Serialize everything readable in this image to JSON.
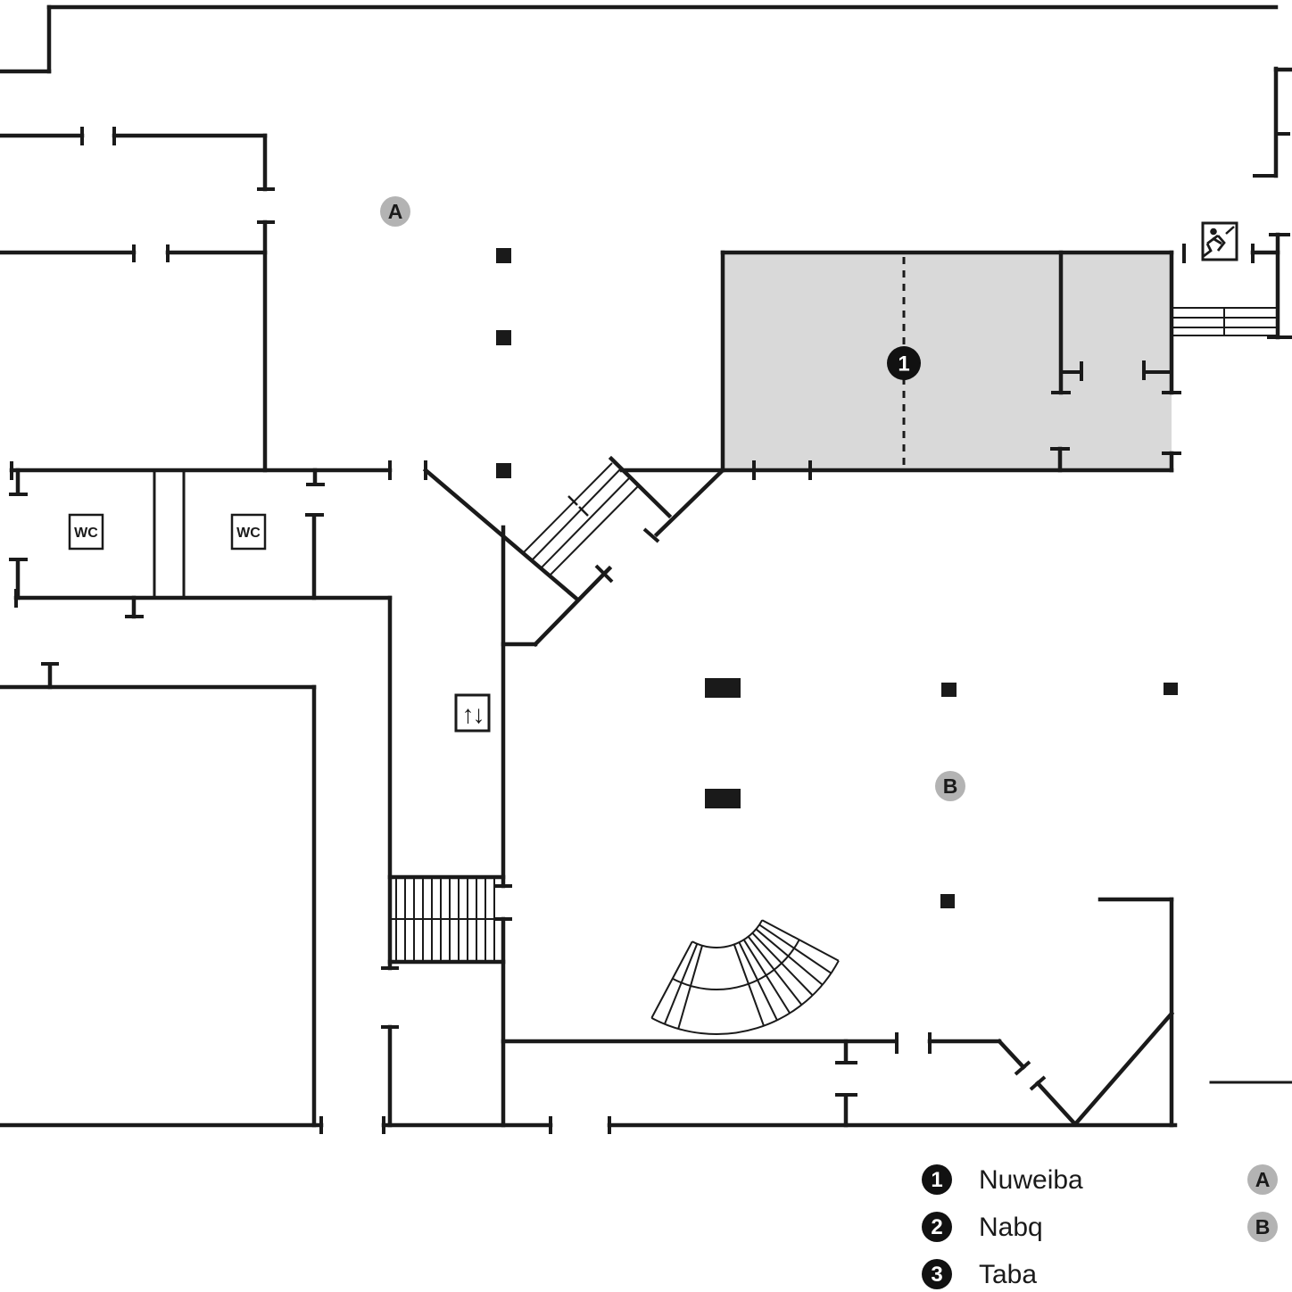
{
  "plan": {
    "colors": {
      "wall": "#1a1a1a",
      "room_fill": "#d9d9d9",
      "marker_circle_gray": "#b3b3b3",
      "marker_circle_black": "#111111"
    },
    "labels": {
      "wc": "WC"
    },
    "icons": {
      "elevator_glyph": "↑↓",
      "exit_icon_name": "emergency-exit-running-person",
      "elevator_icon_name": "elevator-up-down"
    },
    "markers": {
      "room1": "1",
      "zone_a": "A",
      "zone_b": "B"
    }
  },
  "legend": {
    "rooms": [
      {
        "num": "1",
        "label": "Nuweiba"
      },
      {
        "num": "2",
        "label": "Nabq"
      },
      {
        "num": "3",
        "label": "Taba"
      }
    ],
    "zones": [
      {
        "letter": "A"
      },
      {
        "letter": "B"
      }
    ]
  }
}
